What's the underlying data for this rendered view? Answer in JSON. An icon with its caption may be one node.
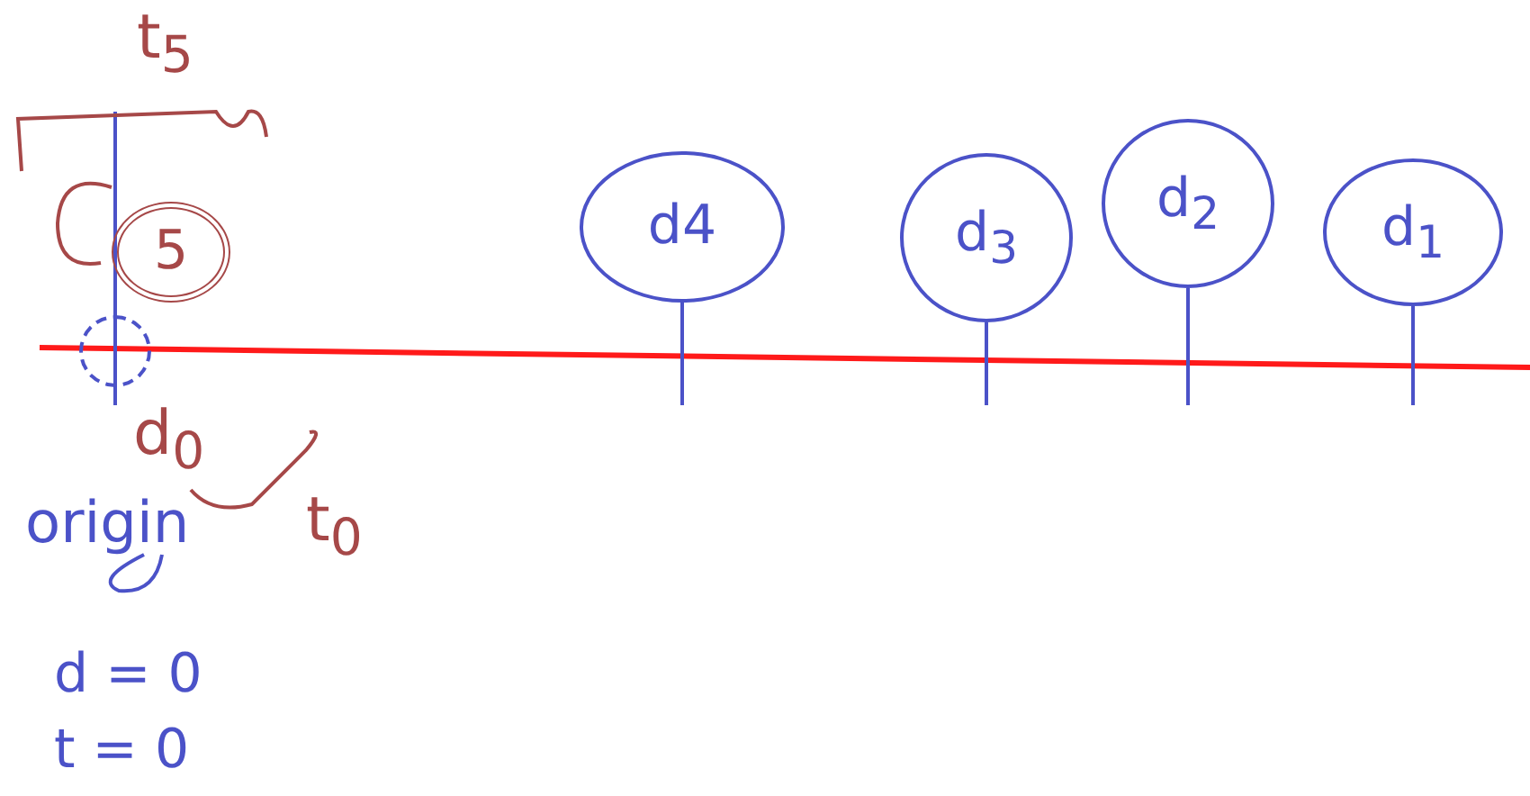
{
  "diagram": {
    "nodes": [
      {
        "text": [
          "5"
        ]
      },
      {
        "text": [],
        "shape": "circle"
      },
      {
        "text": [
          "d4"
        ]
      },
      {
        "text": [
          "d$_{3}$"
        ]
      },
      {
        "text": [
          "d$_{2}$"
        ]
      },
      {
        "text": [
          "d$_{1}$"
        ]
      }
    ],
    "labels": [
      "t$_{5}$",
      "d$_{0}$",
      "t$_{0}$",
      "origin",
      "d = 0",
      "t = 0"
    ]
  }
}
